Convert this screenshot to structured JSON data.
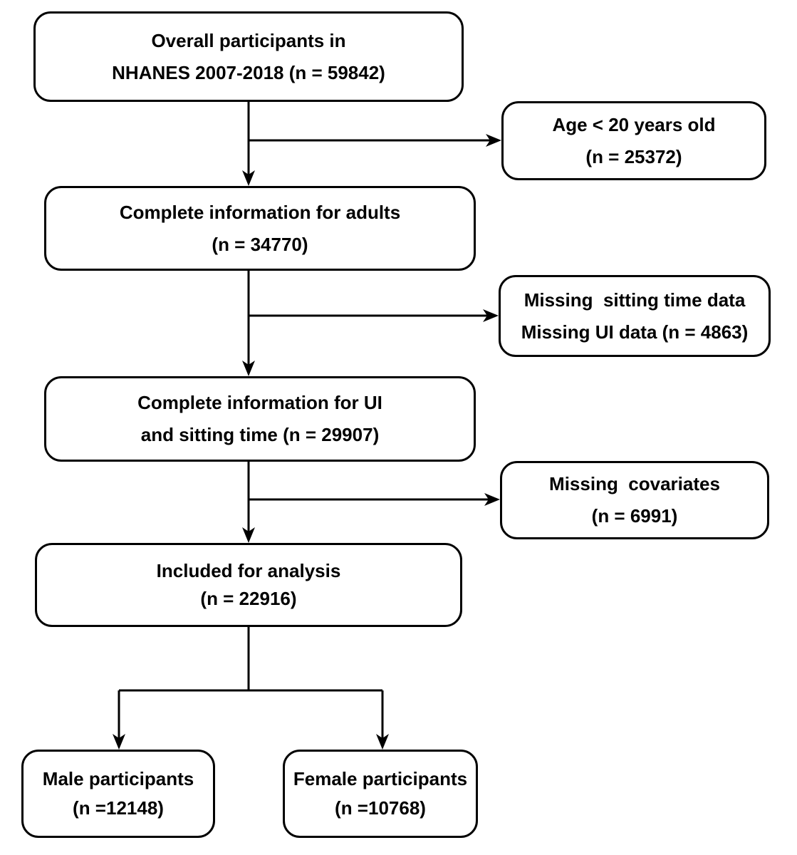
{
  "diagram": {
    "colors": {
      "stroke": "#000000",
      "background": "#ffffff",
      "text": "#000000"
    },
    "boxes": {
      "overall": {
        "line1": "Overall participants in",
        "line2": "NHANES 2007-2018 (n = 59842)"
      },
      "age_excluded": {
        "line1": "Age < 20 years old",
        "line2": "(n = 25372)"
      },
      "adults": {
        "line1": "Complete information for adults",
        "line2": "(n = 34770)"
      },
      "missing_sitting": {
        "line1": "Missing  sitting time data",
        "line2": "Missing UI data (n = 4863)"
      },
      "ui_sitting": {
        "line1": "Complete information for UI",
        "line2": "and sitting time (n = 29907)"
      },
      "missing_covariates": {
        "line1": "Missing  covariates",
        "line2": "(n = 6991)"
      },
      "included": {
        "line1": "Included for analysis",
        "line2": "(n = 22916)"
      },
      "male": {
        "line1": "Male participants",
        "line2": "(n =12148)"
      },
      "female": {
        "line1": "Female participants",
        "line2": "(n =10768)"
      }
    }
  }
}
